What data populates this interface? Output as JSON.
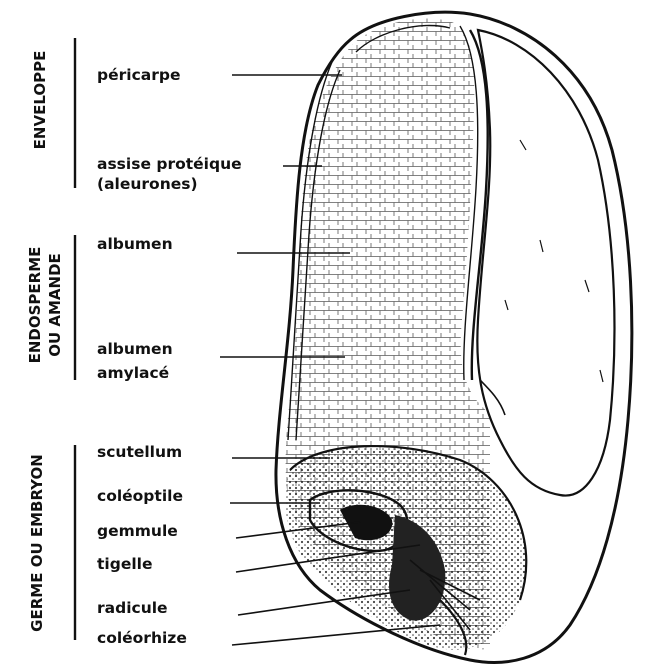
{
  "groups": {
    "enveloppe": "ENVELOPPE",
    "endosperme_line1": "ENDOSPERME",
    "endosperme_line2": "OU AMANDE",
    "germe": "GERME OU EMBRYON"
  },
  "labels": {
    "pericarpe": "péricarpe",
    "assise_line1": "assise protéique",
    "assise_line2": "(aleurones)",
    "albumen": "albumen",
    "albumen_amylace_line1": "albumen",
    "albumen_amylace_line2": "amylacé",
    "scutellum": "scutellum",
    "coleoptile": "coléoptile",
    "gemmule": "gemmule",
    "tigelle": "tigelle",
    "radicule": "radicule",
    "coleorhize": "coléorhize"
  }
}
